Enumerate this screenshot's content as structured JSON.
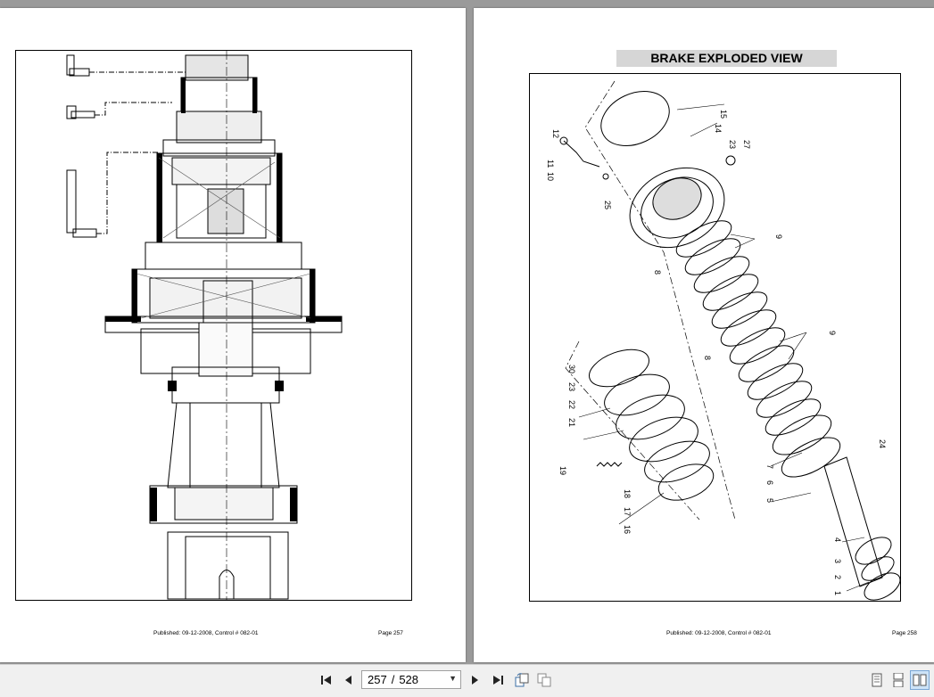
{
  "viewer": {
    "left_page": {
      "footer_published": "Published: 09-12-2008, Control # 082-01",
      "footer_page": "Page 257"
    },
    "right_page": {
      "title": "BRAKE EXPLODED VIEW",
      "footer_published": "Published: 09-12-2008, Control # 082-01",
      "footer_page": "Page 258",
      "callouts": [
        "15",
        "14",
        "12",
        "11",
        "10",
        "23",
        "27",
        "25",
        "9",
        "8",
        "9",
        "8",
        "30",
        "23",
        "22",
        "21",
        "19",
        "18",
        "17",
        "16",
        "7",
        "6",
        "5",
        "24",
        "4",
        "3",
        "2",
        "1"
      ]
    }
  },
  "toolbar": {
    "current_page": "257",
    "separator": "/",
    "total_pages": "528",
    "icons": {
      "first": "first-page-icon",
      "prev": "previous-page-icon",
      "next": "next-page-icon",
      "last": "last-page-icon",
      "rotate_cw": "rotate-clockwise-icon",
      "rotate_ccw": "rotate-counterclockwise-icon",
      "single": "single-page-view-icon",
      "continuous": "continuous-view-icon",
      "facing": "facing-pages-view-icon"
    }
  }
}
